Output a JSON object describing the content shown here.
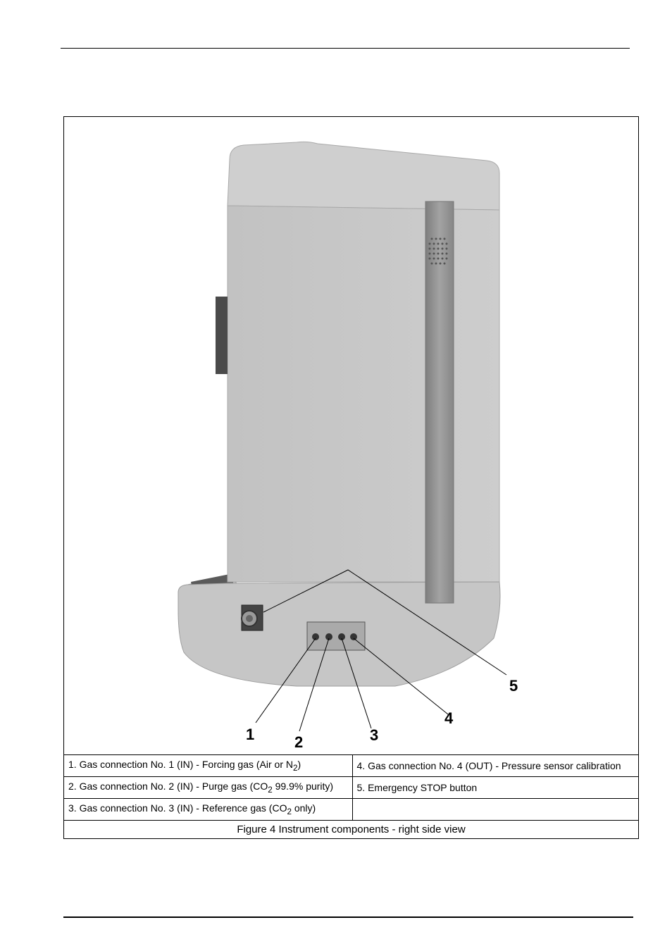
{
  "figure": {
    "callouts": [
      "1",
      "2",
      "3",
      "4",
      "5"
    ],
    "legend": {
      "item1": "1. Gas connection No. 1 (IN) - Forcing gas (Air or N2)",
      "item2": "2. Gas connection No. 2 (IN) - Purge gas (CO2 99.9% purity)",
      "item3": "3. Gas connection No. 3 (IN) - Reference gas (CO2 only)",
      "item4": "4. Gas connection No. 4 (OUT) - Pressure sensor calibration",
      "item5": "5. Emergency STOP button"
    },
    "legend_parts": {
      "item1": {
        "pre": "1. Gas connection No. 1 (IN) - Forcing gas (Air or N",
        "sub": "2",
        "post": ")"
      },
      "item2": {
        "pre": "2. Gas connection No. 2 (IN) - Purge gas (CO",
        "sub": "2",
        "post": " 99.9% purity)"
      },
      "item3": {
        "pre": "3. Gas connection No. 3 (IN) - Reference gas (CO",
        "sub": "2",
        "post": " only)"
      }
    },
    "caption": "Figure 4  Instrument components - right side view"
  },
  "colors": {
    "body": "#c9c9c9",
    "body_shade": "#b9b9b9",
    "steel_strip": "#8e8e8e",
    "dark_panel": "#4a4a4a"
  }
}
